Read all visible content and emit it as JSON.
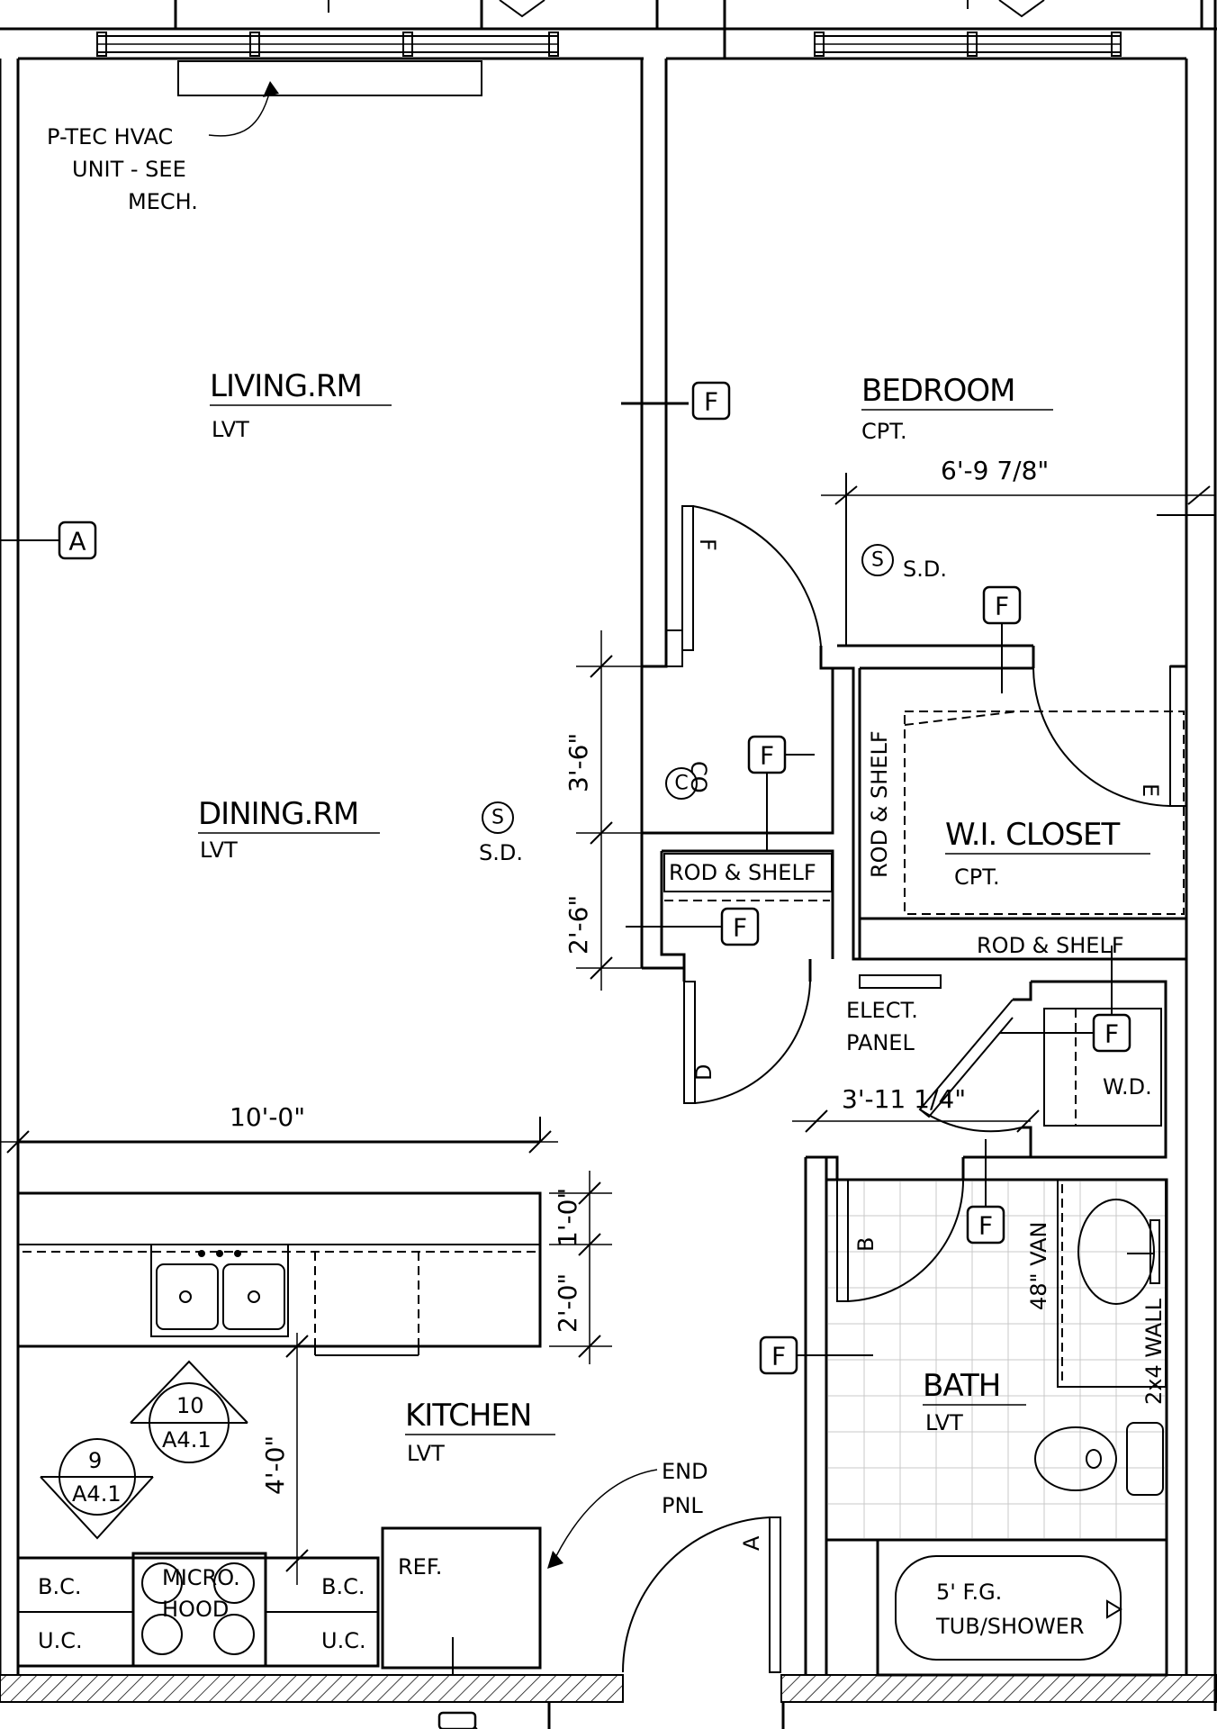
{
  "rooms": {
    "living": {
      "name": "LIVING.RM",
      "floor": "LVT"
    },
    "bedroom": {
      "name": "BEDROOM",
      "floor": "CPT."
    },
    "dining": {
      "name": "DINING.RM",
      "floor": "LVT"
    },
    "closet": {
      "name": "W.I. CLOSET",
      "floor": "CPT."
    },
    "kitchen": {
      "name": "KITCHEN",
      "floor": "LVT"
    },
    "bath": {
      "name": "BATH",
      "floor": "LVT"
    }
  },
  "notes": {
    "hvac_line1": "P-TEC HVAC",
    "hvac_line2": "UNIT - SEE",
    "hvac_line3": "MECH.",
    "sd": "S.D.",
    "smoke_symbol": "S",
    "co": "CO",
    "co_symbol": "C",
    "rod_shelf": "ROD & SHELF",
    "elect_line1": "ELECT.",
    "elect_line2": "PANEL",
    "wd": "W.D.",
    "van": "48\" VAN",
    "wall": "2x4 WALL",
    "tub_line1": "5' F.G.",
    "tub_line2": "TUB/SHOWER",
    "end_line1": "END",
    "end_line2": "PNL",
    "ref": "REF.",
    "micro_line1": "MICRO.",
    "micro_line2": "HOOD",
    "bc": "B.C.",
    "uc": "U.C."
  },
  "dimensions": {
    "bedroom_closet_width": "6'-9 7/8\"",
    "hall_upper": "3'-6\"",
    "hall_lower": "2'-6\"",
    "kitchen_width": "10'-0\"",
    "counter_upper": "1'-0\"",
    "counter_lower": "2'-0\"",
    "kitchen_aisle": "4'-0\"",
    "laundry_width": "3'-11 1/4\""
  },
  "tags": {
    "finish": "F",
    "wall_a": "A",
    "door_a": "A",
    "door_b": "B",
    "door_d": "D",
    "door_e": "E",
    "door_f": "F"
  },
  "section_marks": {
    "mark10": {
      "number": "10",
      "sheet": "A4.1"
    },
    "mark9": {
      "number": "9",
      "sheet": "A4.1"
    }
  }
}
